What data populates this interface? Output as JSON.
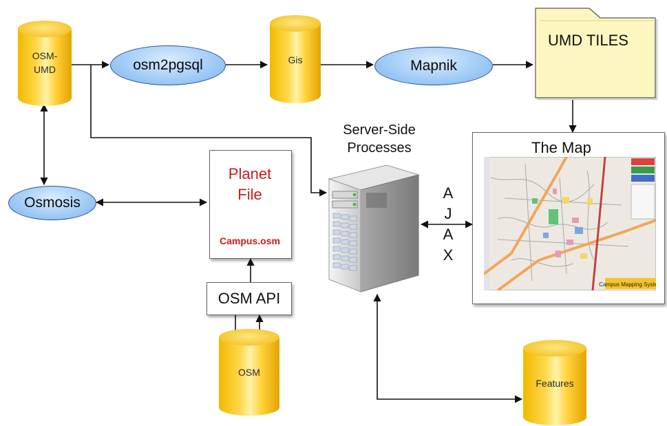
{
  "nodes": {
    "osm_umd": [
      "OSM-",
      "UMD"
    ],
    "osm2pgsql": "osm2pgsql",
    "gis": "Gis",
    "mapnik": "Mapnik",
    "umd_tiles": "UMD TILES",
    "server_side": [
      "Server-Side",
      "Processes"
    ],
    "the_map": "The Map",
    "map_banner": "Campus Mapping System",
    "osmosis": "Osmosis",
    "planet_file": [
      "Planet",
      "File"
    ],
    "campus_osm": "Campus.osm",
    "osm_api": "OSM API",
    "osm": "OSM",
    "features": "Features",
    "ajax": [
      "A",
      "J",
      "A",
      "X"
    ]
  },
  "colors": {
    "cylinder": "#f3c52a",
    "ellipse": "#9fcaf5",
    "folder": "#fdf6c0",
    "planet_red": "#cc1a1a"
  }
}
